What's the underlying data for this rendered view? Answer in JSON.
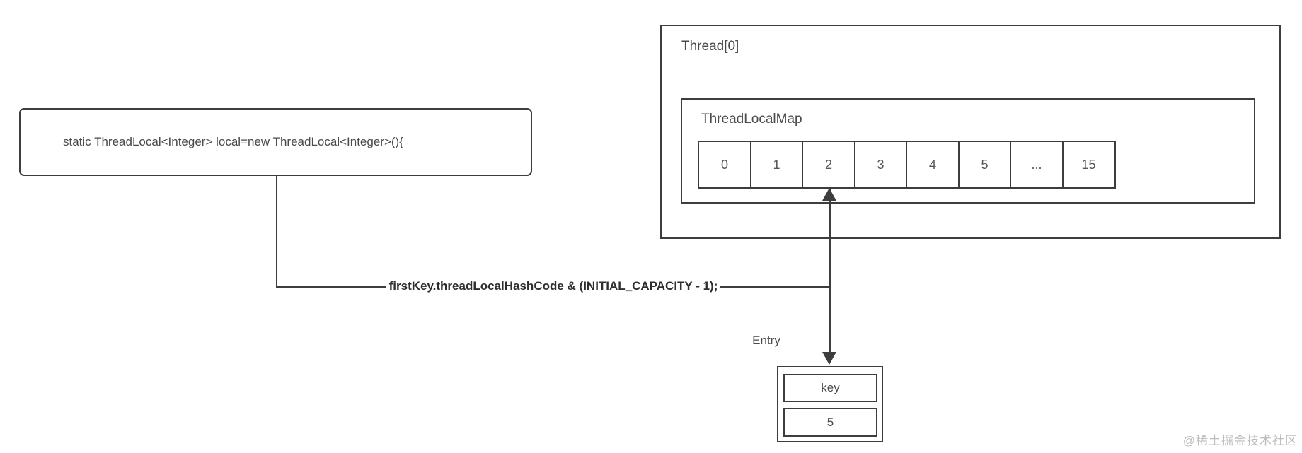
{
  "diagram": {
    "code_box": {
      "text": "static ThreadLocal<Integer> local=new ThreadLocal<Integer>(){"
    },
    "formula": {
      "text": "firstKey.threadLocalHashCode & (INITIAL_CAPACITY - 1);"
    },
    "thread_box": {
      "title": "Thread[0]"
    },
    "thread_local_map": {
      "title": "ThreadLocalMap",
      "slots": [
        "0",
        "1",
        "2",
        "3",
        "4",
        "5",
        "...",
        "15"
      ],
      "highlighted_slot": "2"
    },
    "entry": {
      "label": "Entry",
      "key_text": "key",
      "value_text": "5"
    },
    "watermark": "@稀土掘金技术社区",
    "colors": {
      "border": "#3d3d3d",
      "text": "#4a4a4a",
      "formula_text": "#2e2e2e",
      "watermark": "#bdbdbd",
      "background": "#ffffff"
    }
  }
}
